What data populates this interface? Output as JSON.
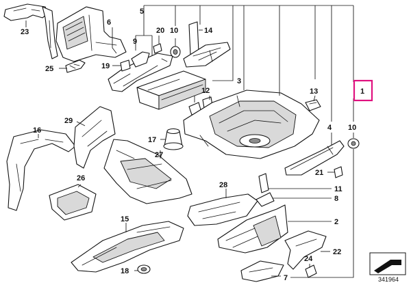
{
  "diagram": {
    "reference_number": "341964",
    "highlighted_part": "1",
    "highlight_color": "#e0117f",
    "callouts": {
      "c1": "1",
      "c2": "2",
      "c3": "3",
      "c4": "4",
      "c5": "5",
      "c6": "6",
      "c7": "7",
      "c8": "8",
      "c9": "9",
      "c10a": "10",
      "c10b": "10",
      "c11": "11",
      "c12": "12",
      "c13": "13",
      "c14": "14",
      "c15": "15",
      "c16": "16",
      "c17": "17",
      "c18": "18",
      "c19": "19",
      "c20": "20",
      "c21": "21",
      "c22": "22",
      "c23": "23",
      "c24": "24",
      "c25": "25",
      "c26": "26",
      "c27": "27",
      "c28": "28",
      "c29": "29"
    }
  }
}
